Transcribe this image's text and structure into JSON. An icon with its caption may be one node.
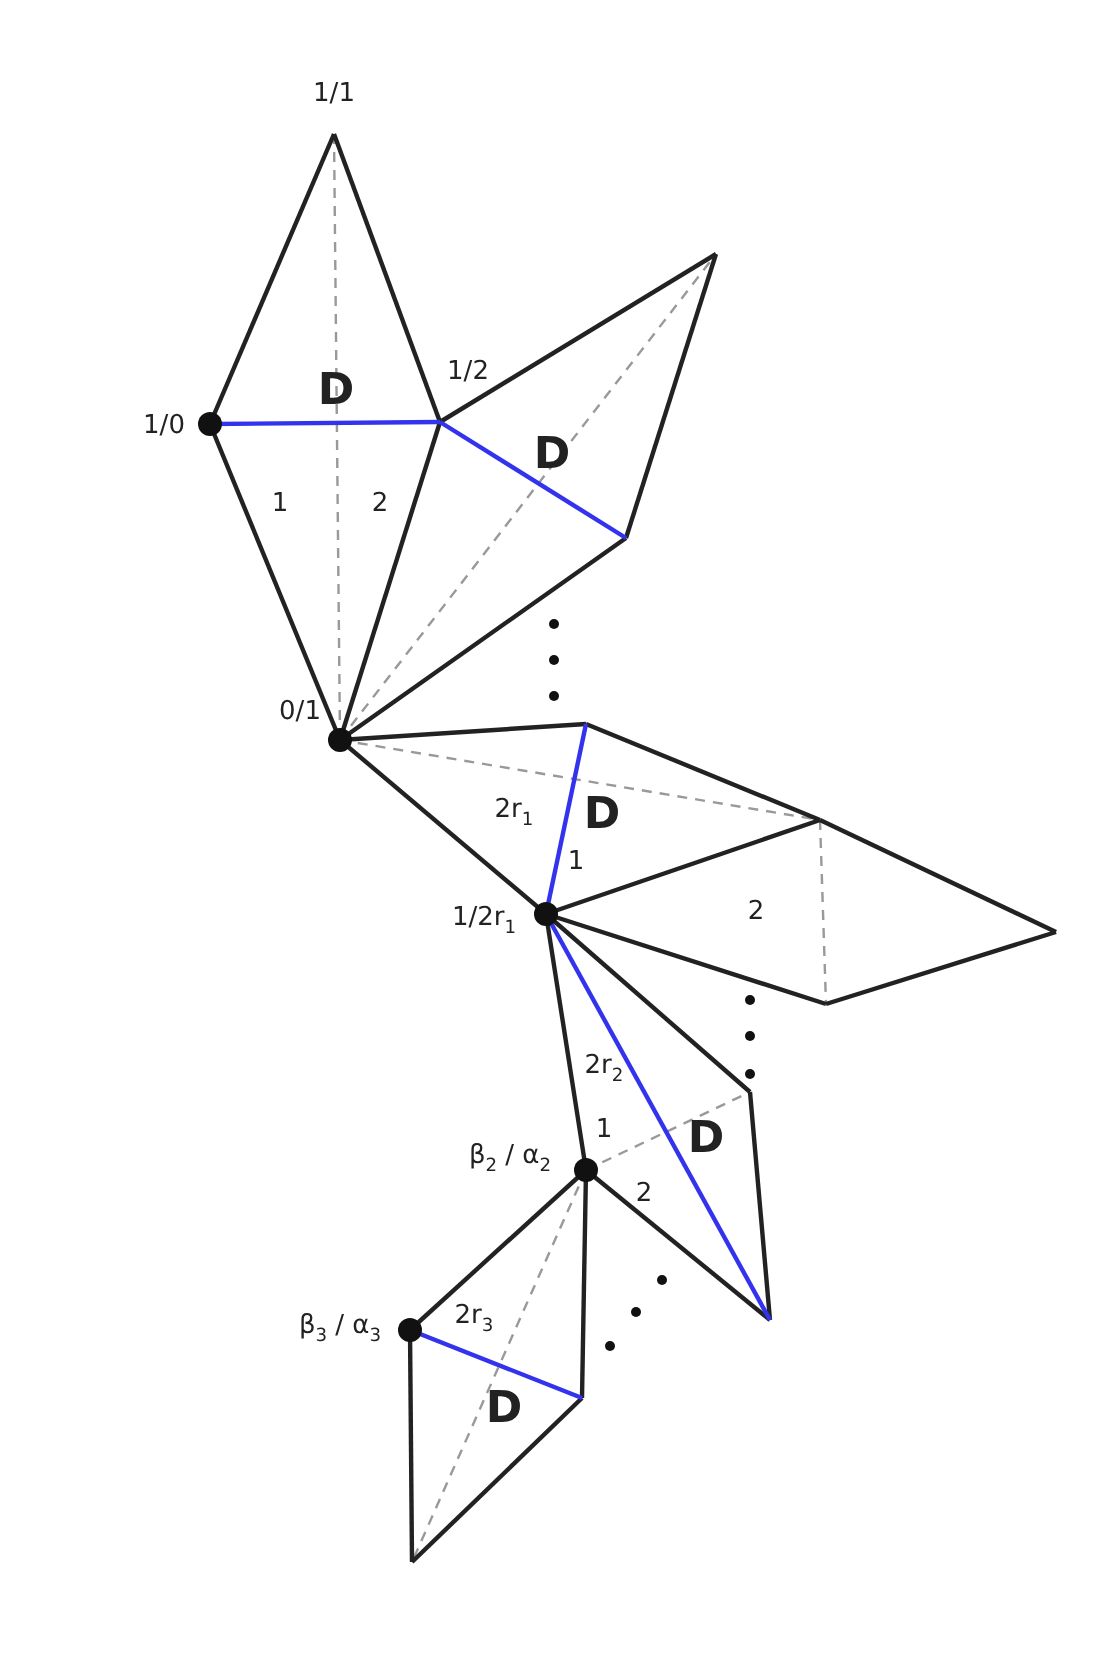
{
  "diagram": {
    "labels": [
      "1/1",
      "D",
      "1/2",
      "1/0",
      "D",
      "1",
      "2",
      "0/1",
      "2r$_{1}$",
      "D",
      "1",
      "1/2r$_{1}$",
      "2",
      "2r$_{2}$",
      "β$_{2}$ / α$_{2}$",
      "1",
      "D",
      "2",
      "β$_{3}$ / α$_{3}$",
      "2r$_{3}$",
      "D"
    ]
  }
}
